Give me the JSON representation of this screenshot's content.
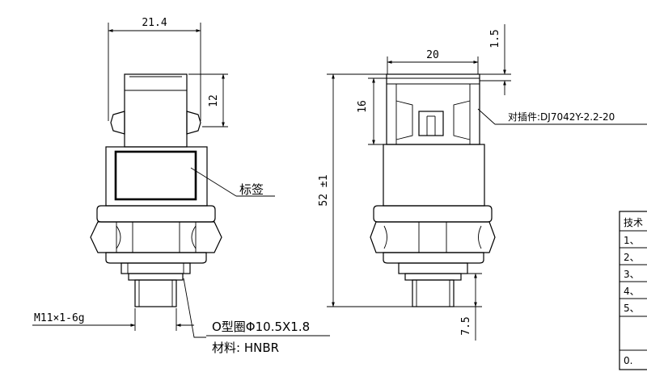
{
  "dimensions": {
    "width_top": "21.4",
    "height_top": "12",
    "thread": "M11×1-6g",
    "width_connector": "20",
    "gap": "1.5",
    "height_connector": "16",
    "total_length": "52 ±1",
    "thread_length": "7.5"
  },
  "labels": {
    "label_tag": "标签",
    "mating_connector": "对插件:DJ7042Y-2.2-20",
    "oring": "O型圈Φ10.5X1.8",
    "material": "材料: HNBR"
  },
  "tech_table": {
    "header": "技术",
    "rows": [
      "1、",
      "2、",
      "3、",
      "4、",
      "5、",
      "",
      "0."
    ]
  }
}
